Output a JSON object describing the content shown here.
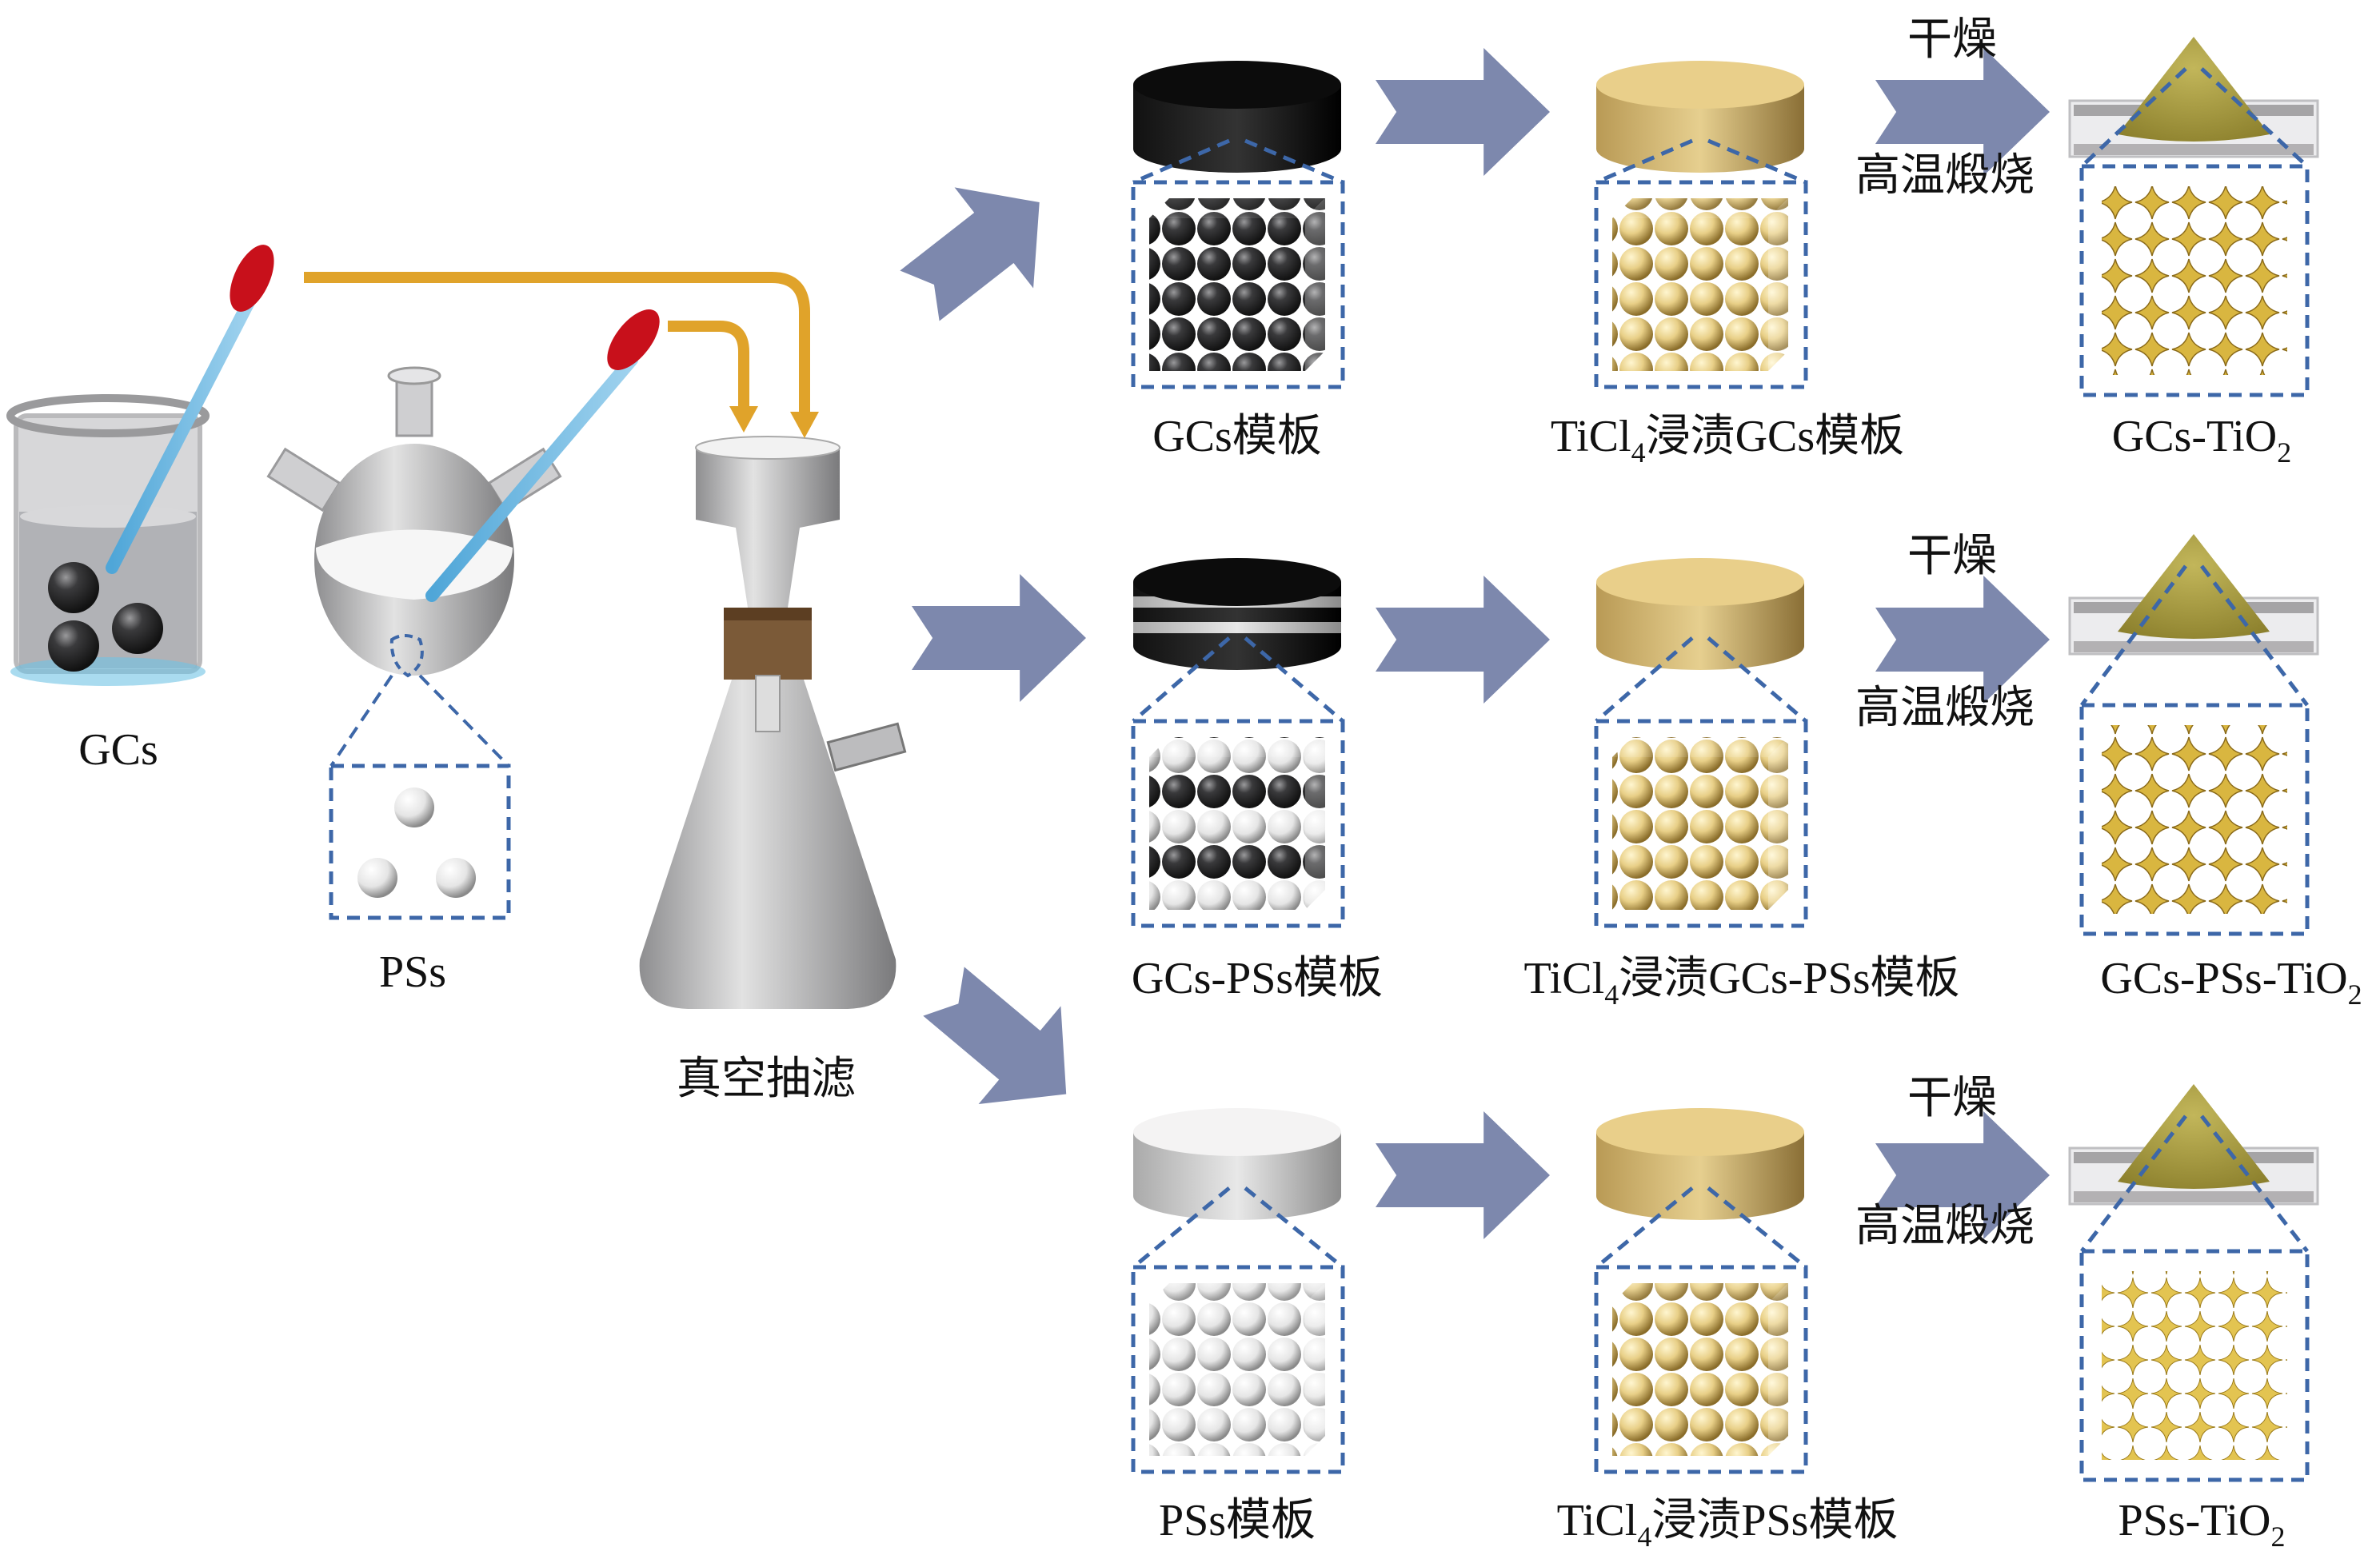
{
  "title": "GCs / PSs 模板法制备 TiO2 流程示意图",
  "colors": {
    "process_arrow": "#7d88ad",
    "feed_arrow": "#e0a32a",
    "dashed_box": "#3d67a8",
    "pipette_bulb": "#c8101b",
    "gcs_sphere": "#2e2e30",
    "ps_sphere": "#e9e9ea",
    "ticl4_gold": "#e8cf87",
    "tio2_gold": "#d9b640",
    "powder": "#a59a3e"
  },
  "materials": {
    "gcs_label": "GCs",
    "pss_label": "PSs",
    "filtration_label": "真空抽滤"
  },
  "step_labels": {
    "dry": "干燥",
    "calcine": "高温煅烧"
  },
  "rows": [
    {
      "template": {
        "label": "GCs模板"
      },
      "impregnated": {
        "prefix": "TiCl",
        "sub": "4",
        "suffix": "浸渍GCs模板"
      },
      "product": {
        "prefix": "GCs-TiO",
        "sub": "2"
      }
    },
    {
      "template": {
        "label": "GCs-PSs模板"
      },
      "impregnated": {
        "prefix": "TiCl",
        "sub": "4",
        "suffix": "浸渍GCs-PSs模板"
      },
      "product": {
        "prefix": "GCs-PSs-TiO",
        "sub": "2"
      }
    },
    {
      "template": {
        "label": "PSs模板"
      },
      "impregnated": {
        "prefix": "TiCl",
        "sub": "4",
        "suffix": "浸渍PSs模板"
      },
      "product": {
        "prefix": "PSs-TiO",
        "sub": "2"
      }
    }
  ]
}
